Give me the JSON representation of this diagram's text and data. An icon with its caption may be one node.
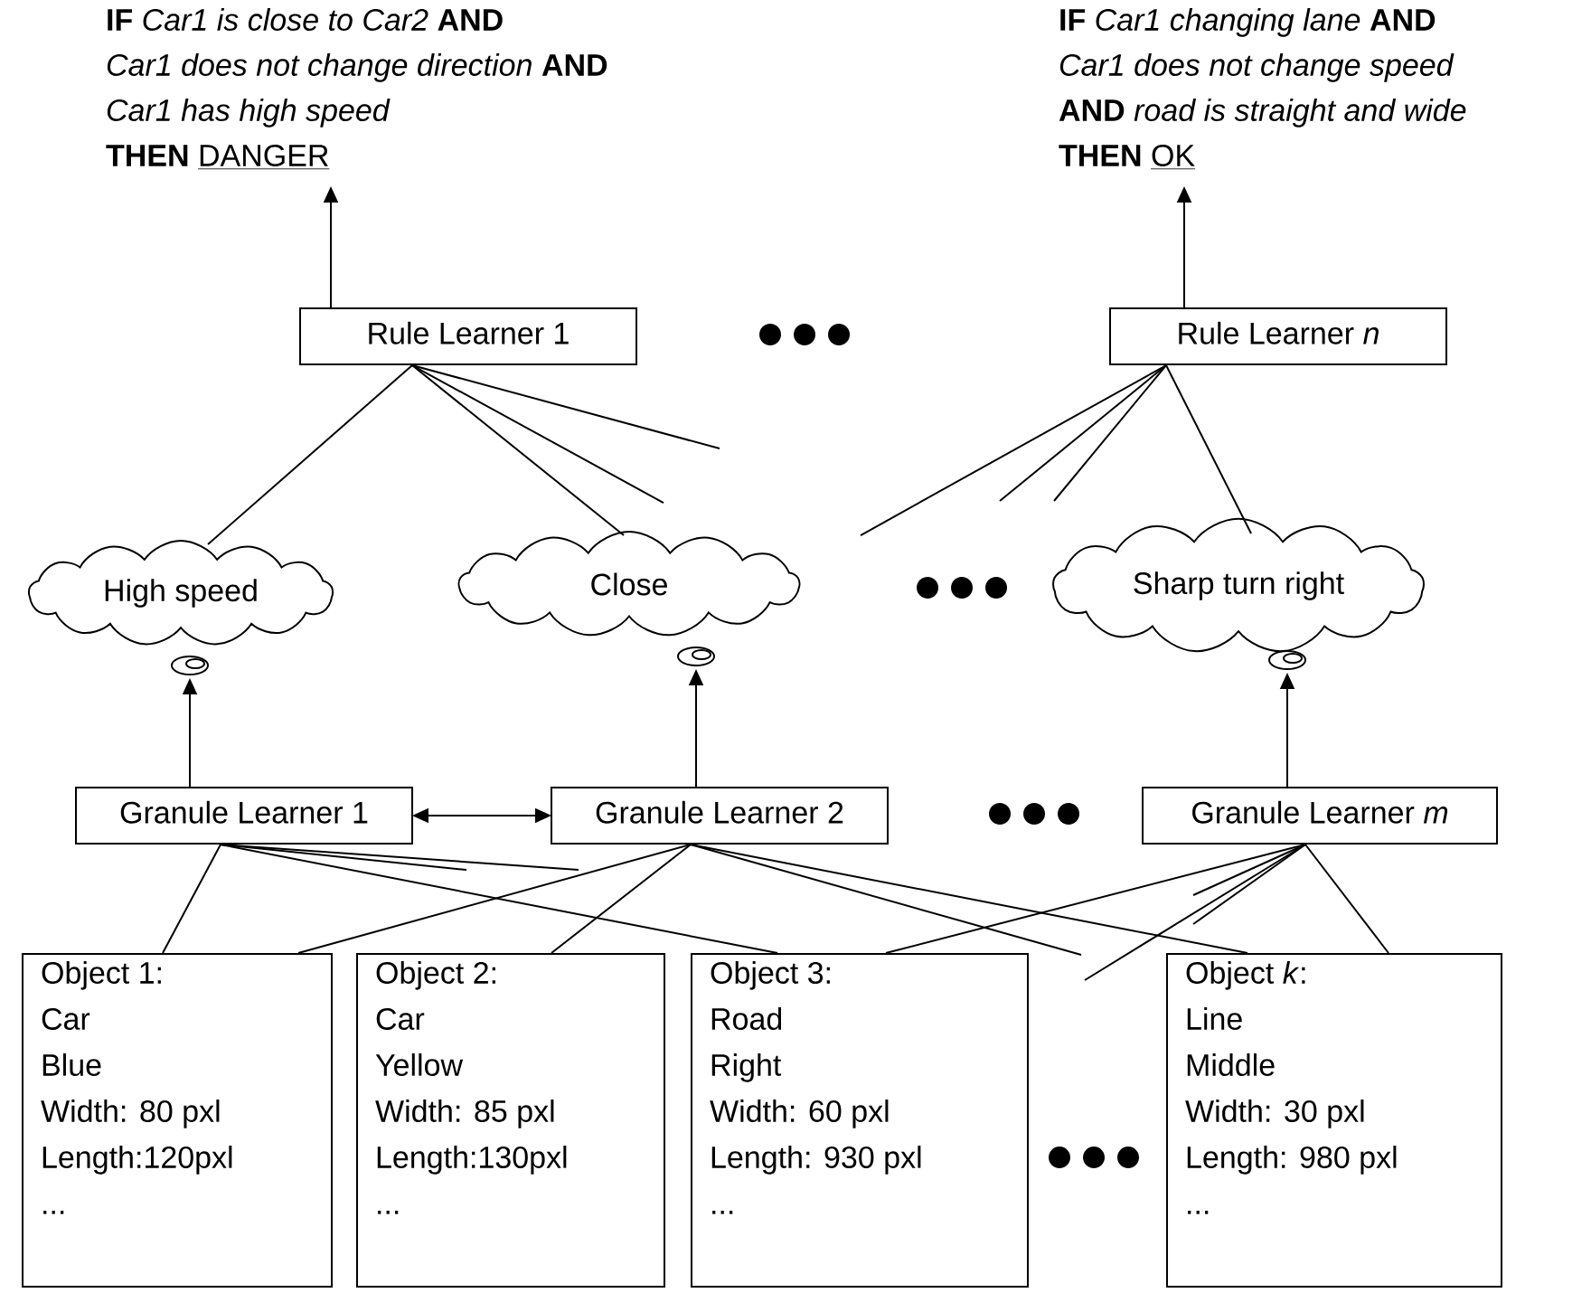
{
  "diagram": {
    "nodes": [
      {
        "text": [
          "**IF** *Car1 is close to Car2* **AND**",
          "*Car1 does not change direction* **AND**",
          "*Car1 has high speed*",
          "THEN",
          "DANGER"
        ]
      },
      {
        "text": [
          "**IF** *Car1 changing lane* **AND**",
          "*Car1 does not change speed*",
          "**AND** *road is straight and wide*",
          "THEN",
          "OK"
        ]
      },
      {
        "text": [
          "Rule Learner 1"
        ]
      },
      {
        "text": [
          "Rule Learner *n*"
        ]
      },
      {
        "text": [
          "High speed"
        ]
      },
      {
        "text": [
          "Close"
        ]
      },
      {
        "text": [
          "Sharp turn right"
        ]
      },
      {
        "text": [
          "Granule Learner 1"
        ]
      },
      {
        "text": [
          "Granule Learner 2"
        ]
      },
      {
        "text": [
          "Granule Learner *m*"
        ]
      },
      {
        "text": [
          "Object 1:",
          "Car",
          "Blue",
          "Width: 80 pxl",
          "Length:120pxl",
          "..."
        ]
      },
      {
        "text": [
          "Object 2:",
          "Car",
          "Yellow",
          "Width: 85 pxl",
          "Length:130pxl",
          "..."
        ]
      },
      {
        "text": [
          "Object 3:",
          "Road",
          "Right",
          "Width: 60 pxl",
          "Length: 930 pxl",
          "..."
        ]
      },
      {
        "text": [
          "Object *k*:",
          "Line",
          "Middle",
          "Width: 30 pxl",
          "Length: 980 pxl",
          "..."
        ]
      }
    ],
    "edges": [
      {
        "from": 2,
        "to": 0,
        "arrow": "to"
      },
      {
        "from": 3,
        "to": 1,
        "arrow": "to"
      },
      {
        "from": 2,
        "to": 4,
        "arrow": "none"
      },
      {
        "from": 2,
        "to": 5,
        "arrow": "none"
      },
      {
        "from": 2,
        "to": null,
        "arrow": "none"
      },
      {
        "from": 2,
        "to": null,
        "arrow": "none"
      },
      {
        "from": 3,
        "to": 5,
        "arrow": "none"
      },
      {
        "from": 3,
        "to": null,
        "arrow": "none"
      },
      {
        "from": 3,
        "to": null,
        "arrow": "none"
      },
      {
        "from": 3,
        "to": 6,
        "arrow": "none"
      },
      {
        "from": 7,
        "to": 4,
        "arrow": "to"
      },
      {
        "from": 8,
        "to": 5,
        "arrow": "to"
      },
      {
        "from": 9,
        "to": 6,
        "arrow": "to"
      },
      {
        "from": 7,
        "to": 8,
        "arrow": "both"
      },
      {
        "from": 7,
        "to": 10,
        "arrow": "none"
      },
      {
        "from": 7,
        "to": null,
        "arrow": "none"
      },
      {
        "from": 7,
        "to": null,
        "arrow": "none"
      },
      {
        "from": 7,
        "to": 12,
        "arrow": "none"
      },
      {
        "from": 8,
        "to": 10,
        "arrow": "none"
      },
      {
        "from": 8,
        "to": 11,
        "arrow": "none"
      },
      {
        "from": 8,
        "to": null,
        "arrow": "none"
      },
      {
        "from": 8,
        "to": 13,
        "arrow": "none"
      },
      {
        "from": 9,
        "to": 12,
        "arrow": "none"
      },
      {
        "from": 9,
        "to": null,
        "arrow": "none"
      },
      {
        "from": 9,
        "to": null,
        "arrow": "none"
      },
      {
        "from": 9,
        "to": null,
        "arrow": "none"
      },
      {
        "from": 9,
        "to": 13,
        "arrow": "none"
      }
    ]
  }
}
